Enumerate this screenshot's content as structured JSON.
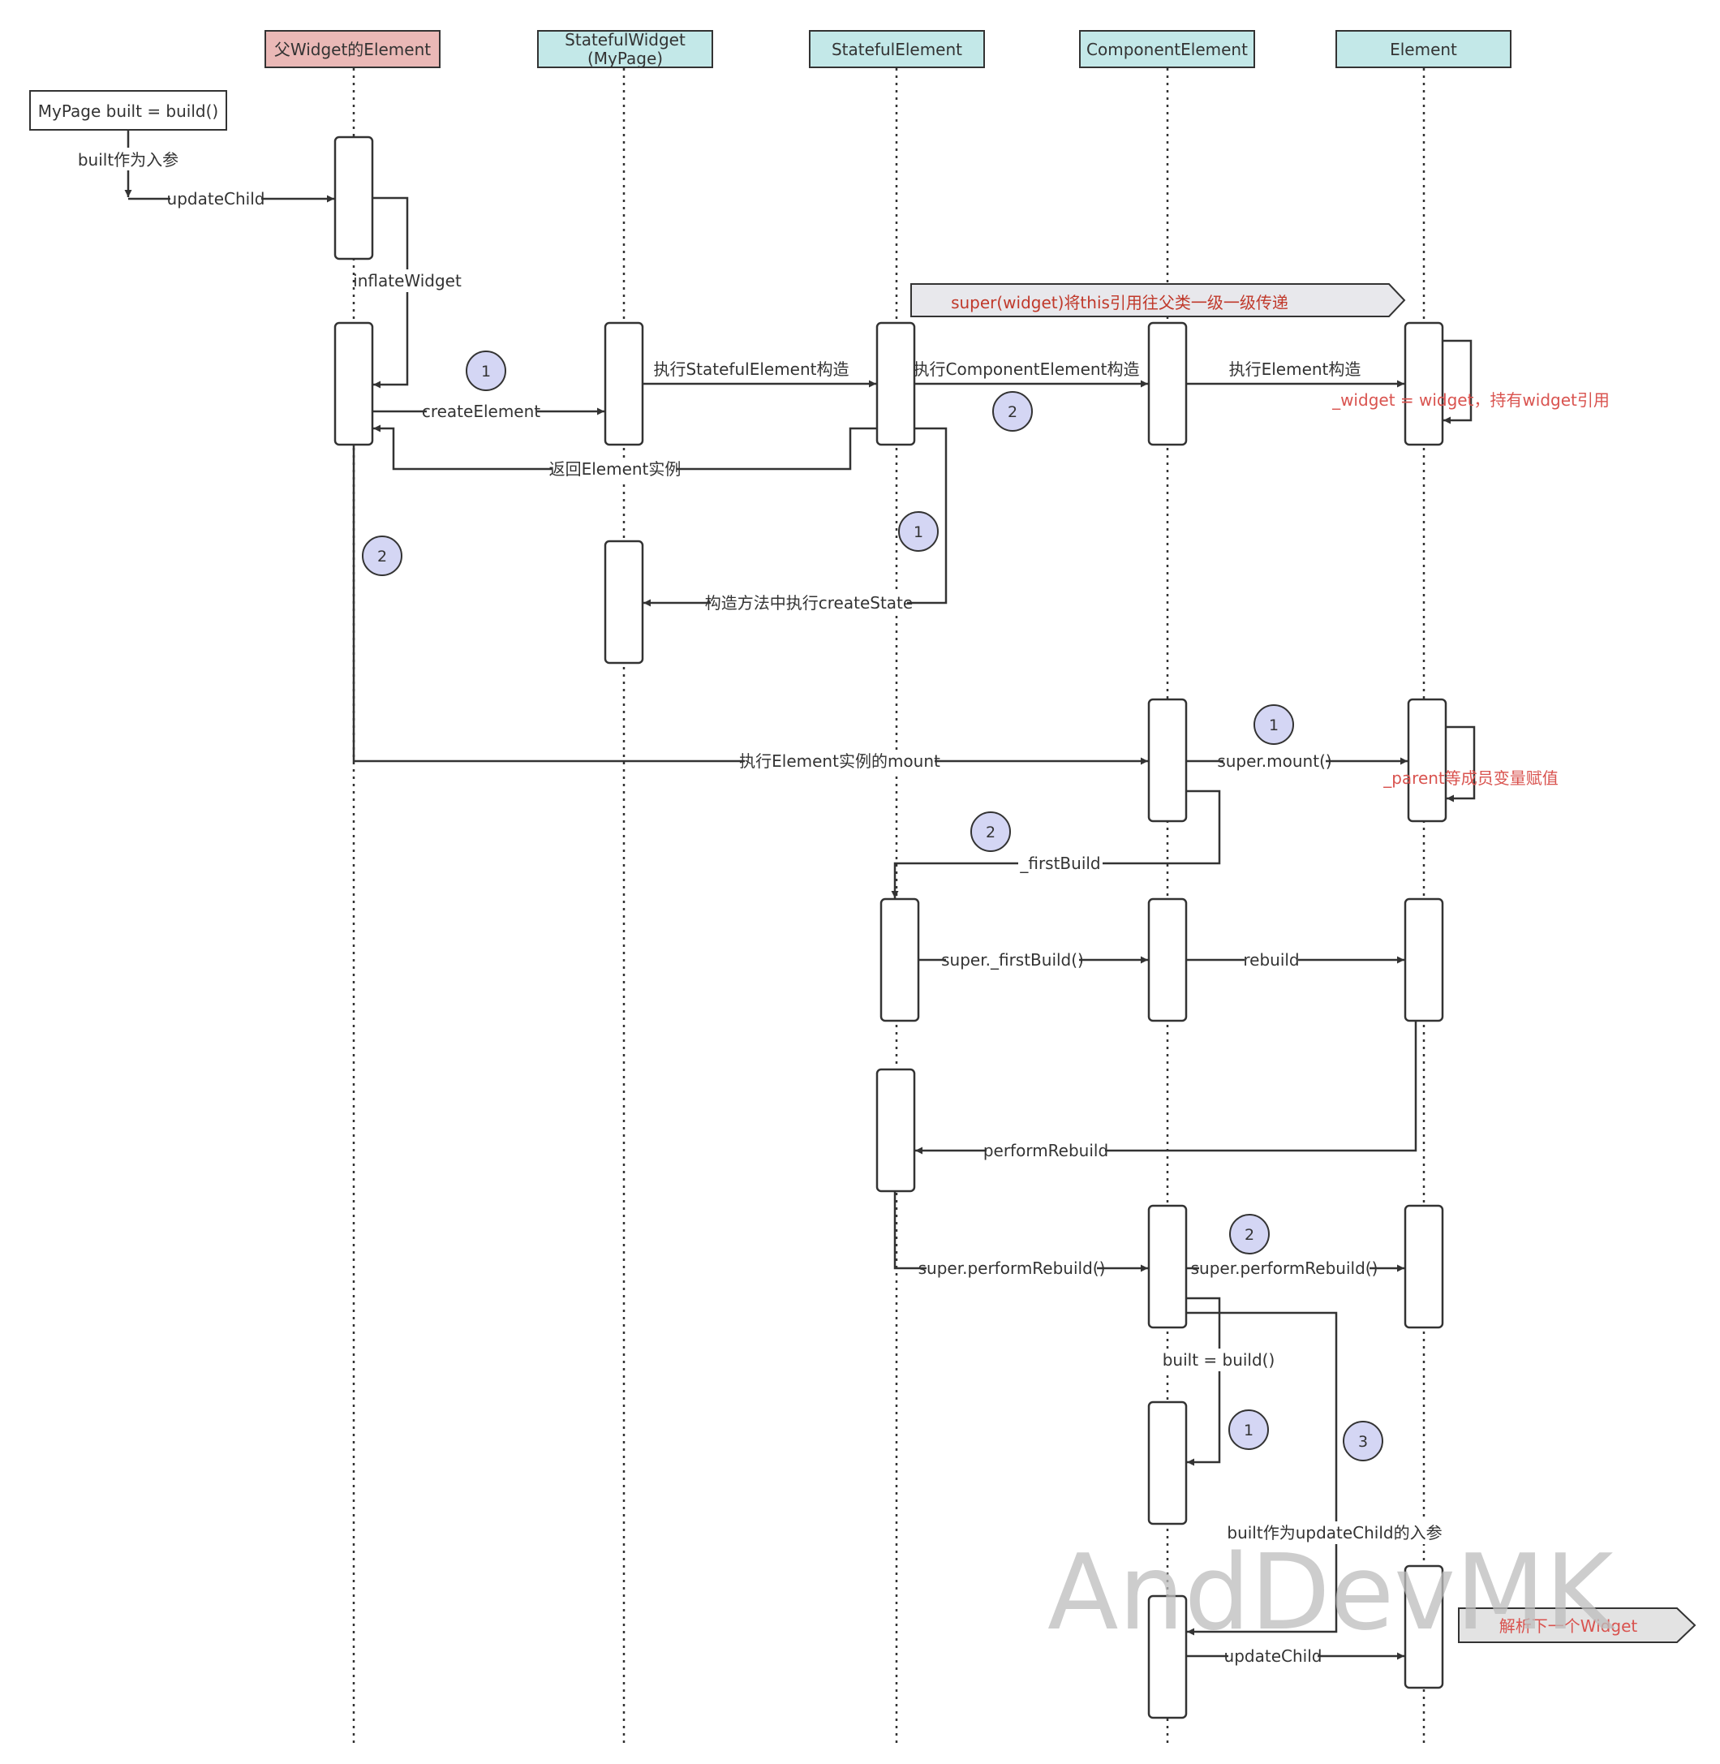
{
  "participants": [
    {
      "label": "父Widget的Element",
      "color": "#eab8b6"
    },
    {
      "label": "StatefulWidget",
      "label2": "(MyPage)",
      "color": "#c3e8e8"
    },
    {
      "label": "StatefulElement",
      "color": "#c3e8e8"
    },
    {
      "label": "ComponentElement",
      "color": "#c3e8e8"
    },
    {
      "label": "Element",
      "color": "#c3e8e8"
    }
  ],
  "start_box": "MyPage built = build()",
  "labels": {
    "built_param": "built作为入参",
    "update_child_1": "updateChild",
    "inflate_widget": "inflateWidget",
    "super_banner": "super(widget)将this引用往父类一级一级传递",
    "exec_stateful_ctor": "执行StatefulElement构造",
    "exec_component_ctor": "执行ComponentElement构造",
    "exec_element_ctor": "执行Element构造",
    "widget_assign": "_widget = widget，持有widget引用",
    "create_element": "createElement",
    "return_instance": "返回Element实例",
    "create_state": "构造方法中执行createState",
    "mount": "执行Element实例的mount",
    "super_mount": "super.mount()",
    "parent_assign": "_parent等成员变量赋值",
    "first_build": "_firstBuild",
    "super_first_build": "super._firstBuild()",
    "rebuild": "rebuild",
    "perform_rebuild": "performRebuild",
    "super_perform_rebuild_1": "super.performRebuild()",
    "super_perform_rebuild_2": "super.performRebuild()",
    "built_build": "built = build()",
    "built_update_param": "built作为updateChild的入参",
    "update_child_2": "updateChild",
    "parse_next": "解析下一个Widget"
  },
  "step_numbers": {
    "s1": "1",
    "s2": "2",
    "s3": "1",
    "s4": "2",
    "s5": "1",
    "s6": "2",
    "s7": "2",
    "s8": "1",
    "s9": "3"
  },
  "watermark": "AndDevMK",
  "colors": {
    "line": "#333333",
    "step_circle_fill": "#d4d6f4",
    "banner_fill": "#e8e8ec",
    "note_red": "#d9534f"
  }
}
